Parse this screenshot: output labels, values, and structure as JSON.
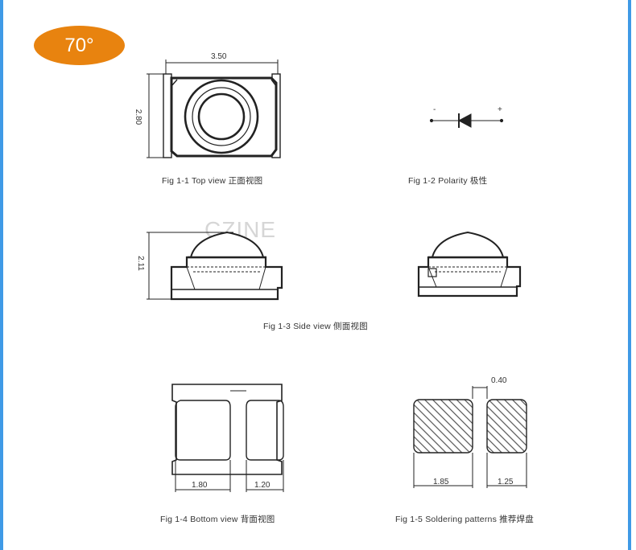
{
  "badge": {
    "label": "70°",
    "color": "#e8830f"
  },
  "watermark": {
    "text": "CZINE"
  },
  "figures": {
    "top_view": {
      "caption": "Fig 1-1 Top view  正面视图",
      "width_dim": "3.50",
      "height_dim": "2.80"
    },
    "polarity": {
      "caption": "Fig 1-2 Polarity  极性",
      "minus": "-",
      "plus": "+"
    },
    "side_view": {
      "caption": "Fig 1-3 Side view  侧面视图",
      "height_dim": "2.11"
    },
    "bottom_view": {
      "caption": "Fig 1-4 Bottom view  背面视图",
      "dim_left": "1.80",
      "dim_right": "1.20"
    },
    "solder": {
      "caption": "Fig 1-5 Soldering patterns  推荐焊盘",
      "gap_dim": "0.40",
      "dim_left": "1.85",
      "dim_right": "1.25"
    }
  },
  "colors": {
    "frame": "#3f9ae6",
    "line": "#222222"
  }
}
